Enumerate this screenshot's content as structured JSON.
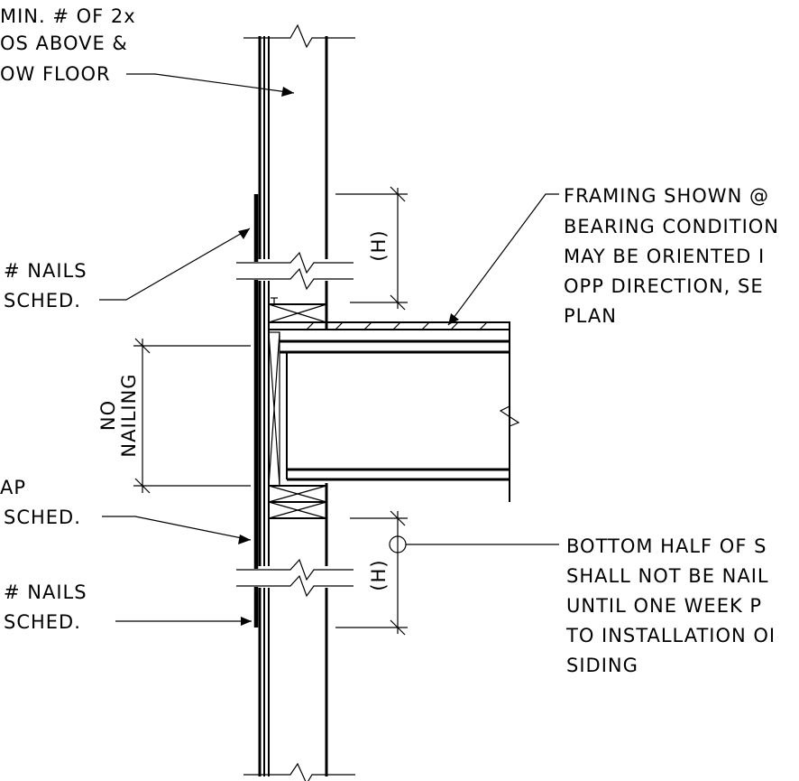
{
  "notes": {
    "top_left": [
      "MIN. # OF 2x",
      "OS ABOVE &",
      "OW FLOOR"
    ],
    "mid_left_nails": [
      "# NAILS",
      "SCHED."
    ],
    "strap": [
      "AP",
      "SCHED."
    ],
    "bottom_left_nails": [
      "# NAILS",
      "SCHED."
    ],
    "framing": [
      "FRAMING SHOWN @",
      "BEARING CONDITION",
      "MAY BE ORIENTED I",
      "OPP DIRECTION, SE",
      "PLAN"
    ],
    "bottom_half": [
      "BOTTOM HALF OF S",
      "SHALL NOT BE NAIL",
      "UNTIL ONE WEEK P",
      "TO INSTALLATION OI",
      "SIDING"
    ]
  },
  "dimensions": {
    "h_upper": "(H)",
    "h_lower": "(H)",
    "no_nailing": [
      "NO",
      "NAILING"
    ]
  }
}
